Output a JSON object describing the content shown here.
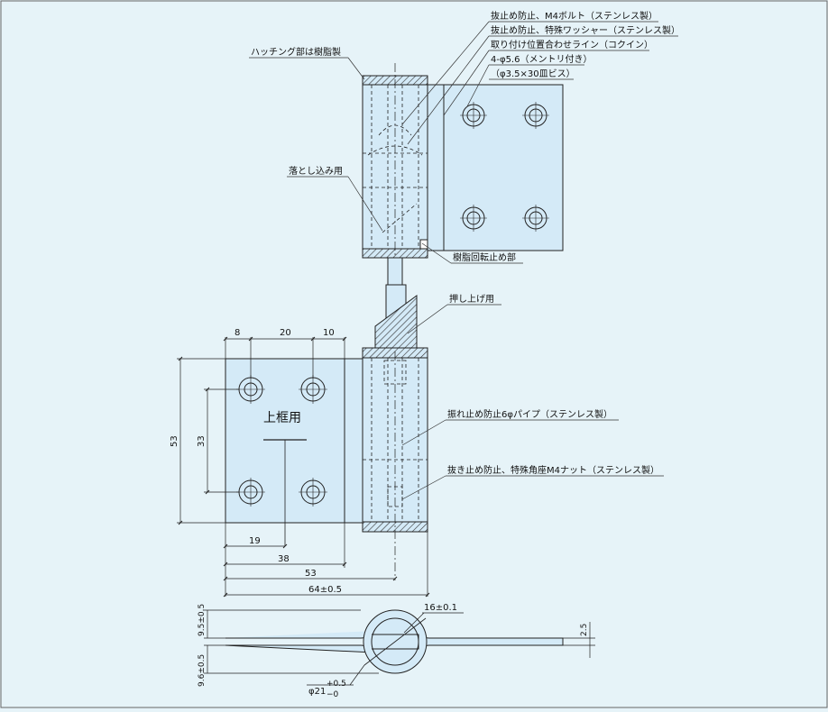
{
  "colors": {
    "background": "#e6f3f8",
    "part_fill": "#d4eaf7",
    "line": "#222222",
    "leader": "#333333"
  },
  "labels": {
    "hatch_resin": "ハッチング部は樹脂製",
    "m4_bolt": "抜止め防止、M4ボルト（ステンレス製）",
    "special_washer": "抜止め防止、特殊ワッシャー（ステンレス製）",
    "align_line": "取り付け位置合わせライン（コクイン）",
    "holes": "4-φ5.6（メントリ付き）",
    "screw": "（φ3.5×30皿ビス）",
    "drop_in": "落とし込み用",
    "resin_stop": "樹脂回転止め部",
    "push_up": "押し上げ用",
    "pipe": "振れ止め防止6φパイプ（ステンレス製）",
    "nut": "抜き止め防止、特殊角座M4ナット（ステンレス製）",
    "upper_frame": "上框用"
  },
  "dimensions": {
    "d8": "8",
    "d20": "20",
    "d10": "10",
    "d53v": "53",
    "d33": "33",
    "d19": "19",
    "d38": "38",
    "d53h": "53",
    "d64": "64±0.5",
    "d9_5": "9.5±0.5",
    "d9_6": "9.6±0.5",
    "d16": "16±0.1",
    "d2_5": "2.5",
    "d21": "φ21",
    "d21_tol_plus": "+0.5",
    "d21_tol_minus": "−0"
  }
}
